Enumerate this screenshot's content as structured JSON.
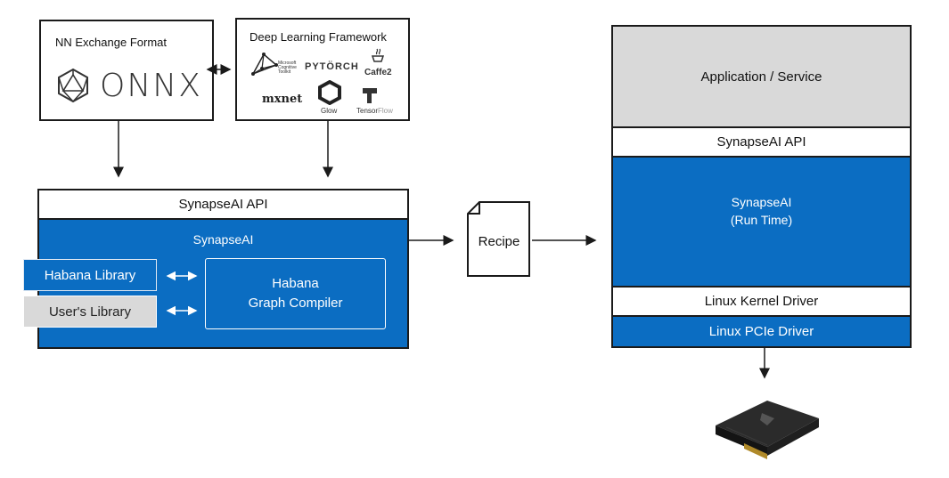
{
  "left": {
    "onnx_box_title": "NN Exchange Format",
    "onnx_logo_text": "ONNX",
    "dl_box_title": "Deep Learning Framework",
    "frameworks": {
      "cntk": "Microsoft\nCognitive\nToolkit",
      "pytorch": "PYTÖRCH",
      "caffe2": "Caffe2",
      "mxnet": "mxnet",
      "glow": "Glow",
      "tensorflow_a": "Tensor",
      "tensorflow_b": "Flow"
    },
    "api_label": "SynapseAI API",
    "synapse_label": "SynapseAI",
    "habana_library": "Habana Library",
    "users_library": "User's Library",
    "compiler_line1": "Habana",
    "compiler_line2": "Graph Compiler"
  },
  "recipe_label": "Recipe",
  "right": {
    "app_label": "Application / Service",
    "api_label": "SynapseAI API",
    "runtime_line1": "SynapseAI",
    "runtime_line2": "(Run Time)",
    "kernel_driver": "Linux Kernel Driver",
    "pcie_driver": "Linux PCIe Driver"
  },
  "colors": {
    "blue": "#0b6dc2",
    "gray": "#d9d9d9",
    "border": "#1a1a1a"
  },
  "icons": [
    "onnx-logo-icon",
    "cntk-logo-icon",
    "pytorch-logo-icon",
    "caffe2-logo-icon",
    "mxnet-logo-icon",
    "glow-logo-icon",
    "tensorflow-logo-icon",
    "recipe-document-icon",
    "accelerator-card-icon"
  ]
}
